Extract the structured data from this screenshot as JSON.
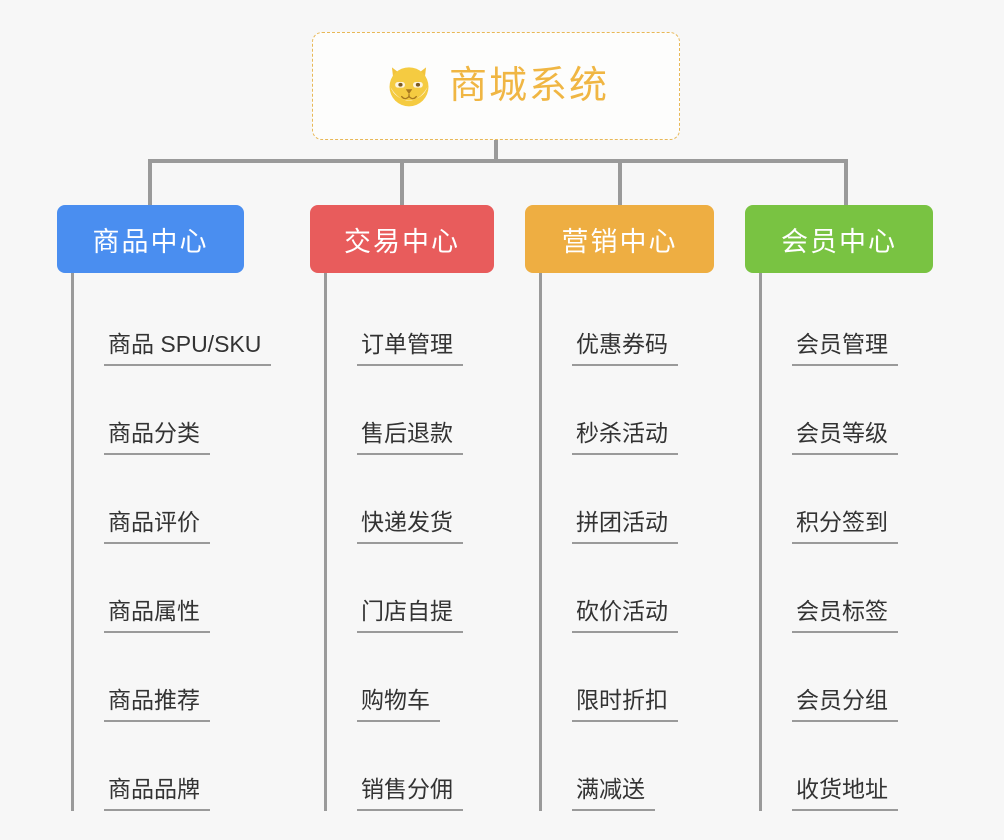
{
  "root": {
    "title": "商城系统",
    "icon": "shiba-dog-face-icon",
    "border_color": "#e8b857",
    "text_color": "#f0b643"
  },
  "connector_color": "#9a9a9a",
  "background": "#f7f7f7",
  "branches": [
    {
      "label": "商品中心",
      "color": "#4a8ef0",
      "items": [
        "商品 SPU/SKU",
        "商品分类",
        "商品评价",
        "商品属性",
        "商品推荐",
        "商品品牌"
      ]
    },
    {
      "label": "交易中心",
      "color": "#e85c5c",
      "items": [
        "订单管理",
        "售后退款",
        "快递发货",
        "门店自提",
        "购物车",
        "销售分佣"
      ]
    },
    {
      "label": "营销中心",
      "color": "#eeae42",
      "items": [
        "优惠券码",
        "秒杀活动",
        "拼团活动",
        "砍价活动",
        "限时折扣",
        "满减送"
      ]
    },
    {
      "label": "会员中心",
      "color": "#79c342",
      "items": [
        "会员管理",
        "会员等级",
        "积分签到",
        "会员标签",
        "会员分组",
        "收货地址"
      ]
    }
  ]
}
